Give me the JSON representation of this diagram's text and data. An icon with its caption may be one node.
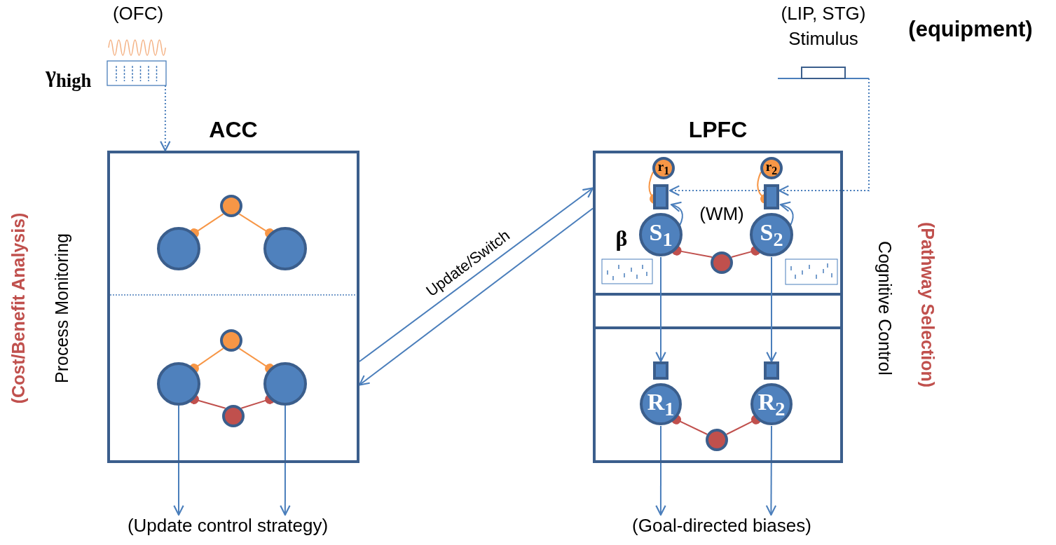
{
  "diagram": {
    "nodes": [
      {
        "text": [
          "ACC"
        ]
      },
      {
        "text": [
          "LPFC"
        ]
      },
      {
        "text": [
          "(OFC)",
          "γ$_{high}$"
        ]
      },
      {
        "text": [
          "(LIP, STG)",
          "Stimulus"
        ]
      },
      {
        "text": [
          "S$_{1}$"
        ],
        "in": 1
      },
      {
        "text": [
          "S$_{2}$"
        ],
        "in": 1
      },
      {
        "text": [
          "r$_{1}$"
        ],
        "in": 1
      },
      {
        "text": [
          "r$_{2}$"
        ],
        "in": 1
      },
      {
        "text": [
          "R$_{1}$"
        ],
        "in": 1
      },
      {
        "text": [
          "R$_{2}$"
        ],
        "in": 1
      },
      {
        "text": [],
        "shape": "circle",
        "in": 0
      },
      {
        "text": [],
        "shape": "circle",
        "in": 0
      },
      {
        "text": [],
        "shape": "circle",
        "in": 0
      },
      {
        "text": [],
        "shape": "circle",
        "in": 0
      },
      {
        "text": [],
        "shape": "circle",
        "in": 0
      },
      {
        "text": [],
        "shape": "circle",
        "in": 0
      },
      {
        "text": [],
        "shape": "circle",
        "in": 0
      },
      {
        "text": [],
        "shape": "circle",
        "in": 1
      },
      {
        "text": [],
        "shape": "circle",
        "in": 1
      },
      {
        "text": [
          "(Update control strategy)"
        ]
      },
      {
        "text": [
          "(Goal-directed biases)"
        ]
      }
    ],
    "edges": [
      {
        "from": 2,
        "to": 0,
        "arrow": "to",
        "style": "dashed"
      },
      {
        "from": 3,
        "to": 5,
        "arrow": "to",
        "style": "dashed"
      },
      {
        "from": 3,
        "to": 4,
        "arrow": "to",
        "style": "dashed"
      },
      {
        "from": 0,
        "to": 1,
        "arrow": "to",
        "label": "Update/Switch"
      },
      {
        "from": 1,
        "to": 0,
        "arrow": "to"
      },
      {
        "from": 11,
        "to": 10,
        "arrow": "other",
        "color": "#f79646"
      },
      {
        "from": 11,
        "to": 12,
        "arrow": "other",
        "color": "#f79646"
      },
      {
        "from": 14,
        "to": 13,
        "arrow": "other",
        "color": "#f79646"
      },
      {
        "from": 14,
        "to": 15,
        "arrow": "other",
        "color": "#f79646"
      },
      {
        "from": 16,
        "to": 13,
        "arrow": "other",
        "color": "#c0504d"
      },
      {
        "from": 16,
        "to": 15,
        "arrow": "other",
        "color": "#c0504d"
      },
      {
        "from": 13,
        "to": 19,
        "arrow": "to"
      },
      {
        "from": 15,
        "to": 19,
        "arrow": "to"
      },
      {
        "from": 6,
        "to": 4,
        "arrow": "other",
        "color": "#f79646"
      },
      {
        "from": 7,
        "to": 5,
        "arrow": "other",
        "color": "#f79646"
      },
      {
        "from": 4,
        "to": 4,
        "arrow": "to"
      },
      {
        "from": 5,
        "to": 5,
        "arrow": "to"
      },
      {
        "from": 17,
        "to": 4,
        "arrow": "other",
        "color": "#c0504d"
      },
      {
        "from": 17,
        "to": 5,
        "arrow": "other",
        "color": "#c0504d"
      },
      {
        "from": 4,
        "to": 8,
        "arrow": "to"
      },
      {
        "from": 5,
        "to": 9,
        "arrow": "to"
      },
      {
        "from": 18,
        "to": 8,
        "arrow": "other",
        "color": "#c0504d"
      },
      {
        "from": 18,
        "to": 9,
        "arrow": "other",
        "color": "#c0504d"
      },
      {
        "from": 8,
        "to": 20,
        "arrow": "to"
      },
      {
        "from": 9,
        "to": 20,
        "arrow": "to"
      }
    ],
    "labels": [
      "(equipment)",
      "Process Monitoring",
      "(Cost/Benefit Analysis)",
      "β",
      "(WM)",
      "Cognitive Control",
      "(Pathway Selection)"
    ]
  }
}
